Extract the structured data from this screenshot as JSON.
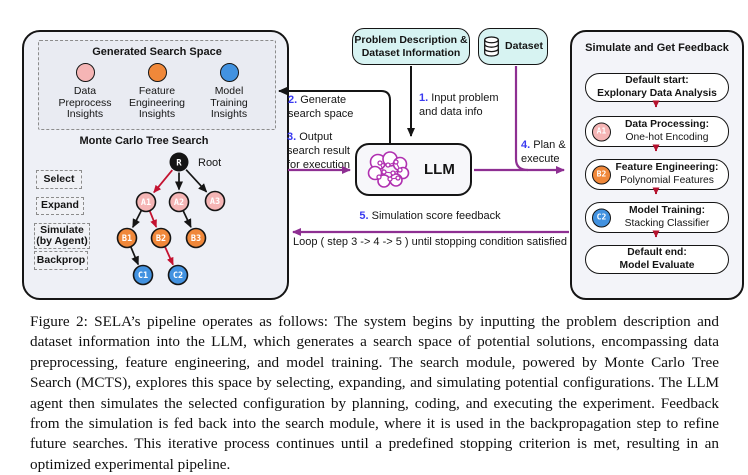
{
  "figure": {
    "left_panel": {
      "search_space_title": "Generated Search Space",
      "insights": [
        {
          "lines": [
            "Data",
            "Preprocess",
            "Insights"
          ]
        },
        {
          "lines": [
            "Feature",
            "Engineering",
            "Insights"
          ]
        },
        {
          "lines": [
            "Model",
            "Training",
            "Insights"
          ]
        }
      ],
      "mcts_title": "Monte Carlo Tree Search",
      "root_caption": "Root",
      "phases": [
        {
          "lines": [
            "Select"
          ]
        },
        {
          "lines": [
            "Expand"
          ]
        },
        {
          "lines": [
            "Simulate",
            "(by Agent)"
          ]
        },
        {
          "lines": [
            "Backprop"
          ]
        }
      ],
      "nodes": {
        "root": "R",
        "a1": "A1",
        "a2": "A2",
        "a3": "A3",
        "b1": "B1",
        "b2": "B2",
        "b3": "B3",
        "c1": "C1",
        "c2": "C2"
      }
    },
    "problem_box": {
      "lines": [
        "Problem Description &",
        "Dataset Information"
      ]
    },
    "dataset_box": {
      "label": "Dataset"
    },
    "llm_box": {
      "label": "LLM"
    },
    "steps": {
      "s1": {
        "num": "1.",
        "lines": [
          "Input problem",
          "and data info"
        ]
      },
      "s2": {
        "num": "2.",
        "lines": [
          "Generate",
          "search space"
        ]
      },
      "s3": {
        "num": "3.",
        "lines": [
          "Output",
          "search result",
          "for execution"
        ]
      },
      "s4": {
        "num": "4.",
        "lines": [
          "Plan &",
          "execute"
        ]
      },
      "s5": {
        "num": "5.",
        "text": "Simulation score feedback"
      },
      "loop": "Loop ( step 3 -> 4 -> 5 ) until stopping condition satisfied"
    },
    "right_panel": {
      "title": "Simulate and Get Feedback",
      "stages": [
        {
          "line1": "Default start:",
          "line2": "Explonary Data Analysis"
        },
        {
          "badge": "A1",
          "line1": "Data Processing:",
          "line2": "One-hot Encoding"
        },
        {
          "badge": "B2",
          "line1": "Feature Engineering:",
          "line2": "Polynomial Features"
        },
        {
          "badge": "C2",
          "line1": "Model Training:",
          "line2": "Stacking Classifier"
        },
        {
          "line1": "Default end:",
          "line2": "Model Evaluate"
        }
      ]
    }
  },
  "caption": {
    "text": "Figure 2: SELA’s pipeline operates as follows: The system begins by inputting the problem description and dataset information into the LLM, which generates a search space of potential solutions, encompassing data preprocessing, feature engineering, and model training. The search module, powered by Monte Carlo Tree Search (MCTS), explores this space by selecting, expanding, and simulating potential configurations. The LLM agent then simulates the selected configuration by planning, coding, and executing the experiment. Feedback from the simulation is fed back into the search module, where it is used in the backpropagation step to refine future searches. This iterative process continues until a predefined stopping criterion is met, resulting in an optimized experimental pipeline."
  },
  "colors": {
    "node_pink": "#f5b5b5",
    "node_orange": "#f0883a",
    "node_blue": "#4292e0",
    "arrow_purple": "#8e2f92",
    "arrow_red": "#c41230",
    "arrow_dark_red": "#b5122e",
    "step_number_blue": "#3a3af0",
    "cyan_box_bg": "#d7f3f2",
    "left_panel_bg": "#eef0f6",
    "brain_magenta": "#b030b0"
  }
}
